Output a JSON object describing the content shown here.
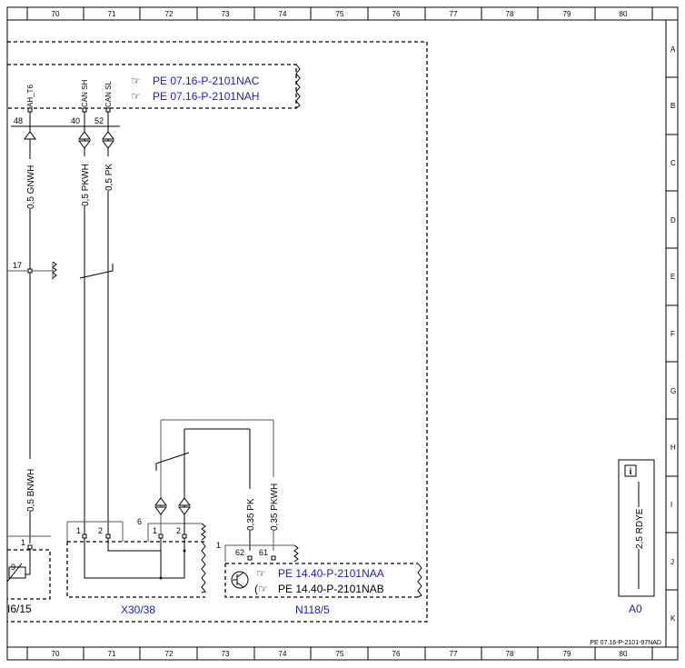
{
  "grid": {
    "columns": [
      "70",
      "71",
      "72",
      "73",
      "74",
      "75",
      "76",
      "77",
      "78",
      "79",
      "80"
    ],
    "rows": [
      "A",
      "B",
      "C",
      "D",
      "E",
      "F",
      "G",
      "H",
      "I",
      "J",
      "K"
    ]
  },
  "ecu_top": {
    "signals": [
      "AH_T6",
      "CAN SH",
      "CAN SL"
    ],
    "pins": [
      "48",
      "40",
      "52"
    ],
    "refs": [
      "PE 07.16-P-2101NAC",
      "PE 07.16-P-2101NAH"
    ]
  },
  "wires": {
    "gnwh": "0,5 GNWH",
    "pkwh": "0,5 PKWH",
    "pk": "0,5 PK",
    "bnwh": "0,5 BNWH",
    "pk035": "0,35 PK",
    "pkwh035": "0,35 PKWH",
    "rdye": "2,5 RDYE"
  },
  "connector_17": "17",
  "left_component": {
    "pin": "1",
    "sub": "9",
    "label": "I6/15"
  },
  "x30": {
    "label": "X30/38",
    "pins": [
      "1",
      "2",
      "1",
      "2"
    ],
    "group": "6"
  },
  "n118": {
    "label": "N118/5",
    "group": "1",
    "pins": [
      "62",
      "61"
    ],
    "refs": [
      "PE 14.40-P-2101NAA",
      "PE 14.40-P-2101NAB"
    ]
  },
  "a0": {
    "label": "A0",
    "info": "i"
  },
  "footer": {
    "doc_id": "PE 07.16-P-2101-97NAD"
  },
  "colors": {
    "link": "#1a1ad0",
    "line": "#000000"
  }
}
